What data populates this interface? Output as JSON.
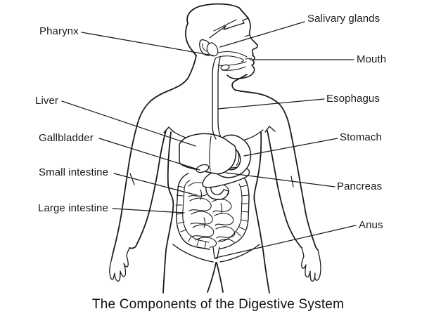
{
  "title": "The Components of the Digestive System",
  "colors": {
    "ink": "#1a1a1a",
    "background": "#ffffff"
  },
  "labels": [
    {
      "id": "pharynx",
      "text": "Pharynx",
      "side": "left"
    },
    {
      "id": "salivary-glands",
      "text": "Salivary glands",
      "side": "right"
    },
    {
      "id": "mouth",
      "text": "Mouth",
      "side": "right"
    },
    {
      "id": "liver",
      "text": "Liver",
      "side": "left"
    },
    {
      "id": "esophagus",
      "text": "Esophagus",
      "side": "right"
    },
    {
      "id": "gallbladder",
      "text": "Gallbladder",
      "side": "left"
    },
    {
      "id": "stomach",
      "text": "Stomach",
      "side": "right"
    },
    {
      "id": "small-intestine",
      "text": "Small intestine",
      "side": "left"
    },
    {
      "id": "pancreas",
      "text": "Pancreas",
      "side": "right"
    },
    {
      "id": "large-intestine",
      "text": "Large intestine",
      "side": "left"
    },
    {
      "id": "anus",
      "text": "Anus",
      "side": "right"
    }
  ]
}
